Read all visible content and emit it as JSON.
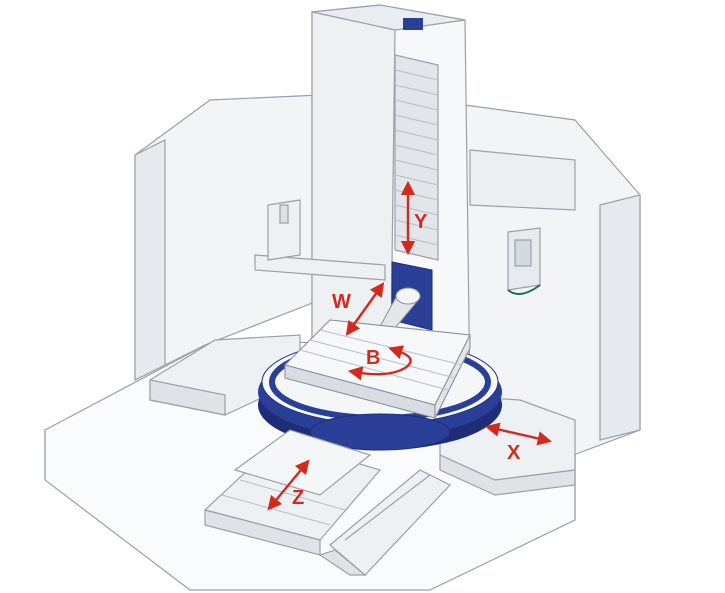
{
  "axes": {
    "y": "Y",
    "w": "W",
    "b": "B",
    "x": "X",
    "z": "Z"
  },
  "colors": {
    "accent_blue": "#2a3f97",
    "dark_blue": "#1d2d78",
    "axis_red": "#d42a1e",
    "line_gray": "#9aa0a8",
    "panel_white": "#f4f6f8",
    "panel_shade": "#e3e7ec"
  }
}
